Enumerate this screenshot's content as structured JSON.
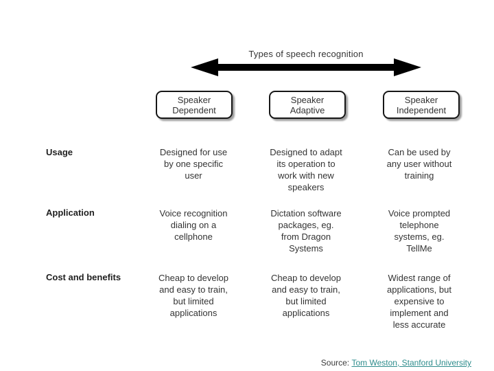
{
  "title": "Types of speech recognition",
  "boxes": [
    {
      "label": "Speaker\nDependent"
    },
    {
      "label": "Speaker\nAdaptive"
    },
    {
      "label": "Speaker\nIndependent"
    }
  ],
  "rows": [
    {
      "label": "Usage",
      "cells": [
        "Designed for use\nby one specific\nuser",
        "Designed to adapt\nits operation to\nwork with new\nspeakers",
        "Can be used by\nany user without\ntraining"
      ]
    },
    {
      "label": "Application",
      "cells": [
        "Voice recognition\ndialing on a\ncellphone",
        "Dictation software\npackages, eg.\nfrom Dragon\nSystems",
        "Voice prompted\ntelephone\nsystems, eg.\nTellMe"
      ]
    },
    {
      "label": "Cost and benefits",
      "cells": [
        "Cheap to develop\nand easy to train,\nbut limited\napplications",
        "Cheap to develop\nand easy to train,\nbut limited\napplications",
        "Widest range of\napplications, but\nexpensive to\nimplement and\nless accurate"
      ]
    }
  ],
  "source": {
    "label": "Source:",
    "link_text": "Tom Weston, Stanford University"
  },
  "colors": {
    "background": "#ffffff",
    "text": "#333333",
    "arrow": "#000000",
    "link": "#2e8c8c"
  }
}
